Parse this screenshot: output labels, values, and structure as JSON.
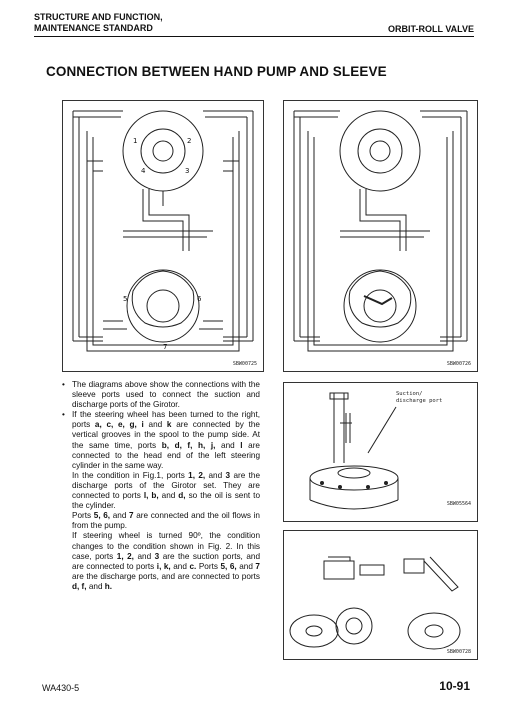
{
  "header": {
    "section_line1": "STRUCTURE AND FUNCTION,",
    "section_line2": "MAINTENANCE STANDARD",
    "chapter": "ORBIT-ROLL VALVE"
  },
  "page_title": "CONNECTION BETWEEN HAND PUMP AND SLEEVE",
  "figures": {
    "fig1_code": "SBW00725",
    "fig2_code": "SBW00726",
    "fig3_code": "SBW05564",
    "fig3_label_line1": "Suction/",
    "fig3_label_line2": "discharge port",
    "fig4_code": "SBW00728",
    "port_numbers": [
      "1",
      "2",
      "3",
      "4",
      "5",
      "6",
      "7"
    ]
  },
  "body": {
    "b1": "The diagrams above show the connections with the sleeve ports used to connect the suction and discharge ports of the Girotor.",
    "b2_1": "If the steering wheel has been turned to the right, ports ",
    "b2_2": "a, c, e, g, i",
    "b2_3": " and ",
    "b2_4": "k",
    "b2_5": " are connected by the vertical grooves in the spool to the pump side. At the same time, ports ",
    "b2_6": "b, d, f, h, j,",
    "b2_7": " and ",
    "b2_8": "l",
    "b2_9": " are connected to the head end of the left steering cylinder in the same way.",
    "p3_1": "In the condition in Fig.1, ports ",
    "p3_2": "1, 2,",
    "p3_3": " and ",
    "p3_4": "3",
    "p3_5": " are the discharge ports of the Girotor set. They are connected to ports ",
    "p3_6": "l, b,",
    "p3_7": " and ",
    "p3_8": "d,",
    "p3_9": " so the oil is sent to the cylinder.",
    "p4_1": "Ports ",
    "p4_2": "5, 6,",
    "p4_3": " and ",
    "p4_4": "7",
    "p4_5": " are connected and the oil flows in from the pump.",
    "p5_1": "If steering wheel is turned 90º, the condition changes to the condition shown in Fig. 2. In this case, ports ",
    "p5_2": "1, 2,",
    "p5_3": " and ",
    "p5_4": "3",
    "p5_5": " are the suction ports, and are connected to ports ",
    "p5_6": "i, k,",
    "p5_7": " and ",
    "p5_8": "c.",
    "p5_9": " Ports ",
    "p5_10": "5, 6,",
    "p5_11": " and ",
    "p5_12": "7",
    "p5_13": " are the discharge ports, and are connected to ports ",
    "p5_14": "d, f,",
    "p5_15": " and ",
    "p5_16": "h."
  },
  "footer": {
    "model": "WA430-5",
    "page": "10-91"
  }
}
